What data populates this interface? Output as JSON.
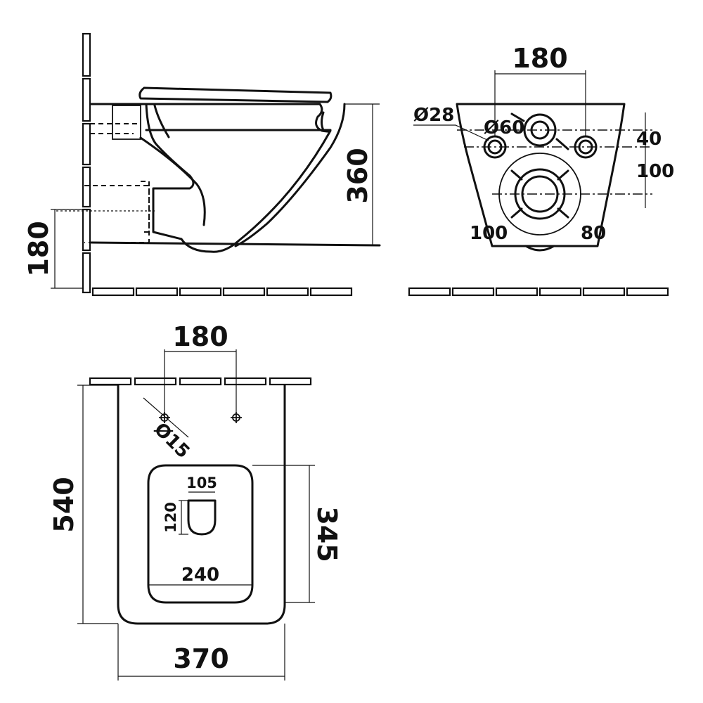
{
  "side_view": {
    "dims": {
      "height_total": "360",
      "mount_height": "180"
    }
  },
  "rear_view": {
    "dims": {
      "bolt_spacing": "180",
      "bolt_hole_dia": "Ø28",
      "inlet_dia": "Ø60",
      "inlet_offset": "40",
      "outlet_offset": "100",
      "outlet_dia_outer": "100",
      "outlet_dia_inner": "80"
    }
  },
  "top_view": {
    "dims": {
      "bolt_spacing": "180",
      "bolt_dia": "Ø15",
      "depth": "540",
      "bowl_length": "345",
      "drain_width": "105",
      "drain_length": "120",
      "bowl_width": "240",
      "overall_width": "370"
    }
  }
}
